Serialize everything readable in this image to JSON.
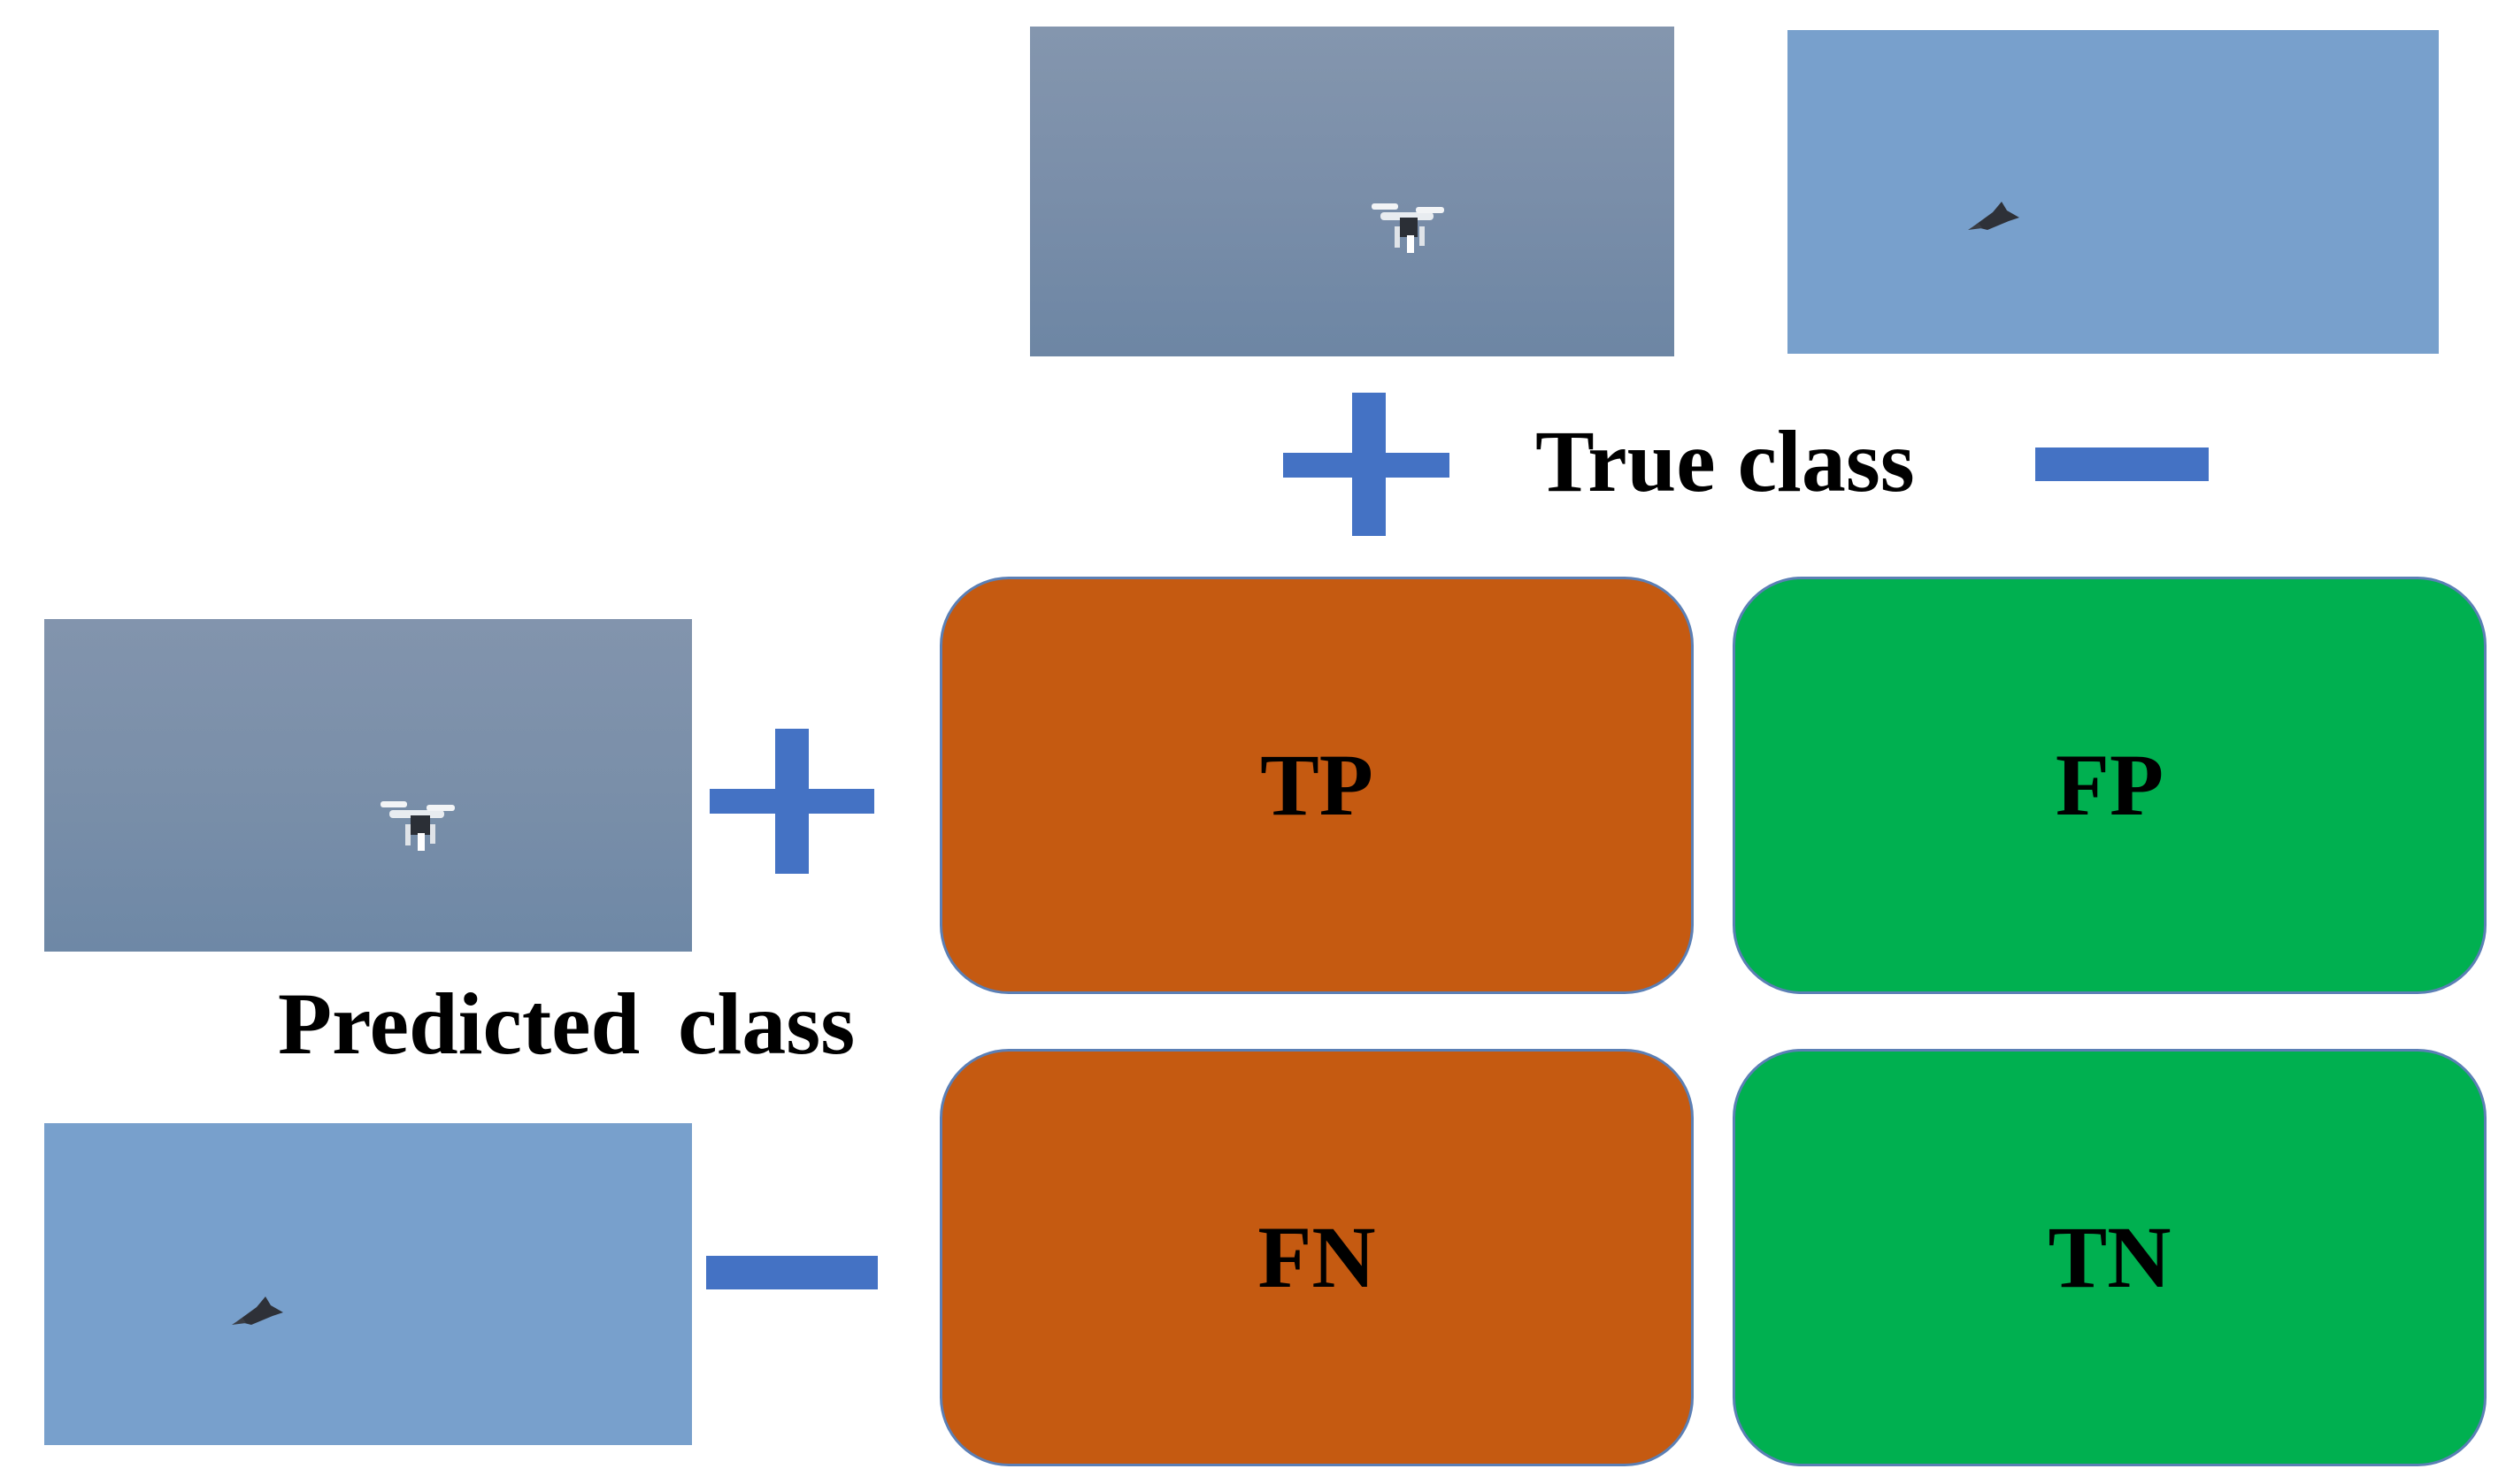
{
  "header": {
    "true_class_label": "True class",
    "predicted_class_label": "Predicted class"
  },
  "images": {
    "positive_example": "drone-photo",
    "negative_example": "bird-photo"
  },
  "signs": {
    "positive": "plus-icon",
    "negative": "minus-icon"
  },
  "matrix": {
    "tp": "TP",
    "fp": "FP",
    "fn": "FN",
    "tn": "TN"
  },
  "colors": {
    "positive_column": "#c55a11",
    "negative_column": "#00b050",
    "sign_blue": "#4472c4",
    "drone_sky_top": "#8294ad",
    "drone_sky_bottom": "#6e87a5",
    "bird_sky": "#7ba3ce"
  }
}
